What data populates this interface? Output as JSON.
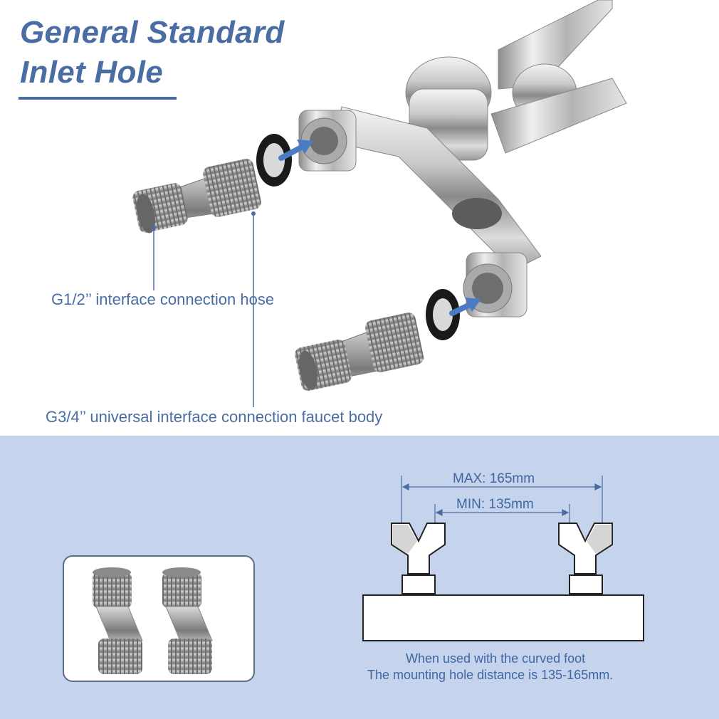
{
  "heading": {
    "line1": "General Standard",
    "line2": "Inlet Hole"
  },
  "captions": {
    "hose": "G1/2’’ interface connection hose",
    "body": "G3/4’’ universal interface connection faucet body"
  },
  "diagram": {
    "max_label": "MAX: 165mm",
    "min_label": "MIN: 135mm",
    "note_line1": "When used with the curved foot",
    "note_line2": "The mounting hole distance is 135-165mm."
  },
  "colors": {
    "accent_blue": "#4a6da4",
    "panel_blue": "#c5d4ec",
    "arrow_blue": "#4a7cc4"
  },
  "icons": [
    "faucet-image",
    "curved-foot-adapter-image",
    "rubber-washer-image",
    "arrow-icon"
  ]
}
